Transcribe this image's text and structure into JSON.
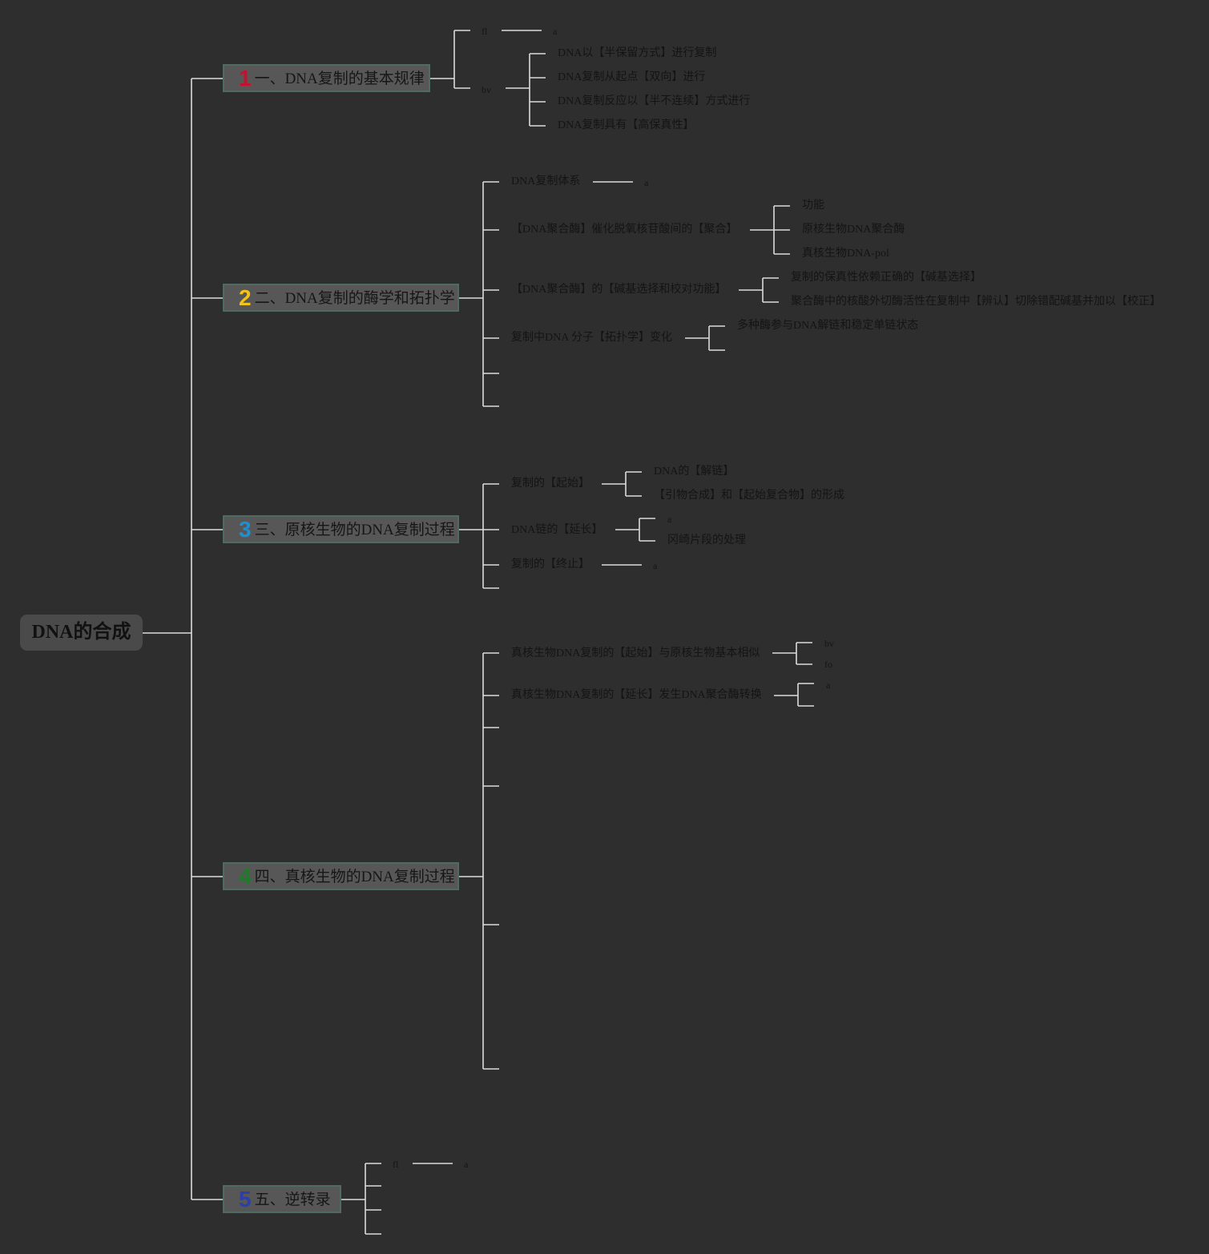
{
  "root": {
    "label": "DNA的合成"
  },
  "colors": {
    "background": "#2e2e2e",
    "line": "#dcdcdc",
    "text": "#141414",
    "num1": "#c8102e",
    "num2": "#f2c318",
    "num3": "#1f8fd4",
    "num4": "#1f7a2a",
    "num5": "#2c3ea8"
  },
  "branches": [
    {
      "num": "1",
      "label": "一、DNA复制的基本规律",
      "items": [
        {
          "label": "fl",
          "children": [
            "a"
          ]
        },
        {
          "label": "bv",
          "children": [
            "DNA以【半保留方式】进行复制",
            "DNA复制从起点【双向】进行",
            "DNA复制反应以【半不连续】方式进行",
            "DNA复制具有【高保真性】"
          ]
        }
      ]
    },
    {
      "num": "2",
      "label": "二、DNA复制的酶学和拓扑学",
      "items": [
        {
          "label": "DNA复制体系",
          "children": [
            "a"
          ]
        },
        {
          "label": "【DNA聚合酶】催化脱氧核苷酸间的【聚合】",
          "children": [
            "功能",
            "原核生物DNA聚合酶",
            "真核生物DNA-pol"
          ]
        },
        {
          "label": "【DNA聚合酶】的【碱基选择和校对功能】",
          "children": [
            "复制的保真性依赖正确的【碱基选择】",
            "聚合酶中的核酸外切酶活性在复制中【辨认】切除错配碱基并加以【校正】"
          ]
        },
        {
          "label": "复制中DNA 分子【拓扑学】变化",
          "children": [
            "多种酶参与DNA解链和稳定单链状态"
          ]
        }
      ]
    },
    {
      "num": "3",
      "label": "三、原核生物的DNA复制过程",
      "items": [
        {
          "label": "复制的【起始】",
          "children": [
            "DNA的【解链】",
            "【引物合成】和【起始复合物】的形成"
          ]
        },
        {
          "label": "DNA链的【延长】",
          "children": [
            "a",
            "冈崎片段的处理"
          ]
        },
        {
          "label": "复制的【终止】",
          "children": [
            "a"
          ]
        }
      ]
    },
    {
      "num": "4",
      "label": "四、真核生物的DNA复制过程",
      "items": [
        {
          "label": "真核生物DNA复制的【起始】与原核生物基本相似",
          "children": [
            "bv",
            "fo"
          ]
        },
        {
          "label": "真核生物DNA复制的【延长】发生DNA聚合酶转换",
          "children": [
            "a"
          ]
        }
      ]
    },
    {
      "num": "5",
      "label": "五、逆转录",
      "items": [
        {
          "label": "fl",
          "children": [
            "a"
          ]
        }
      ]
    }
  ]
}
